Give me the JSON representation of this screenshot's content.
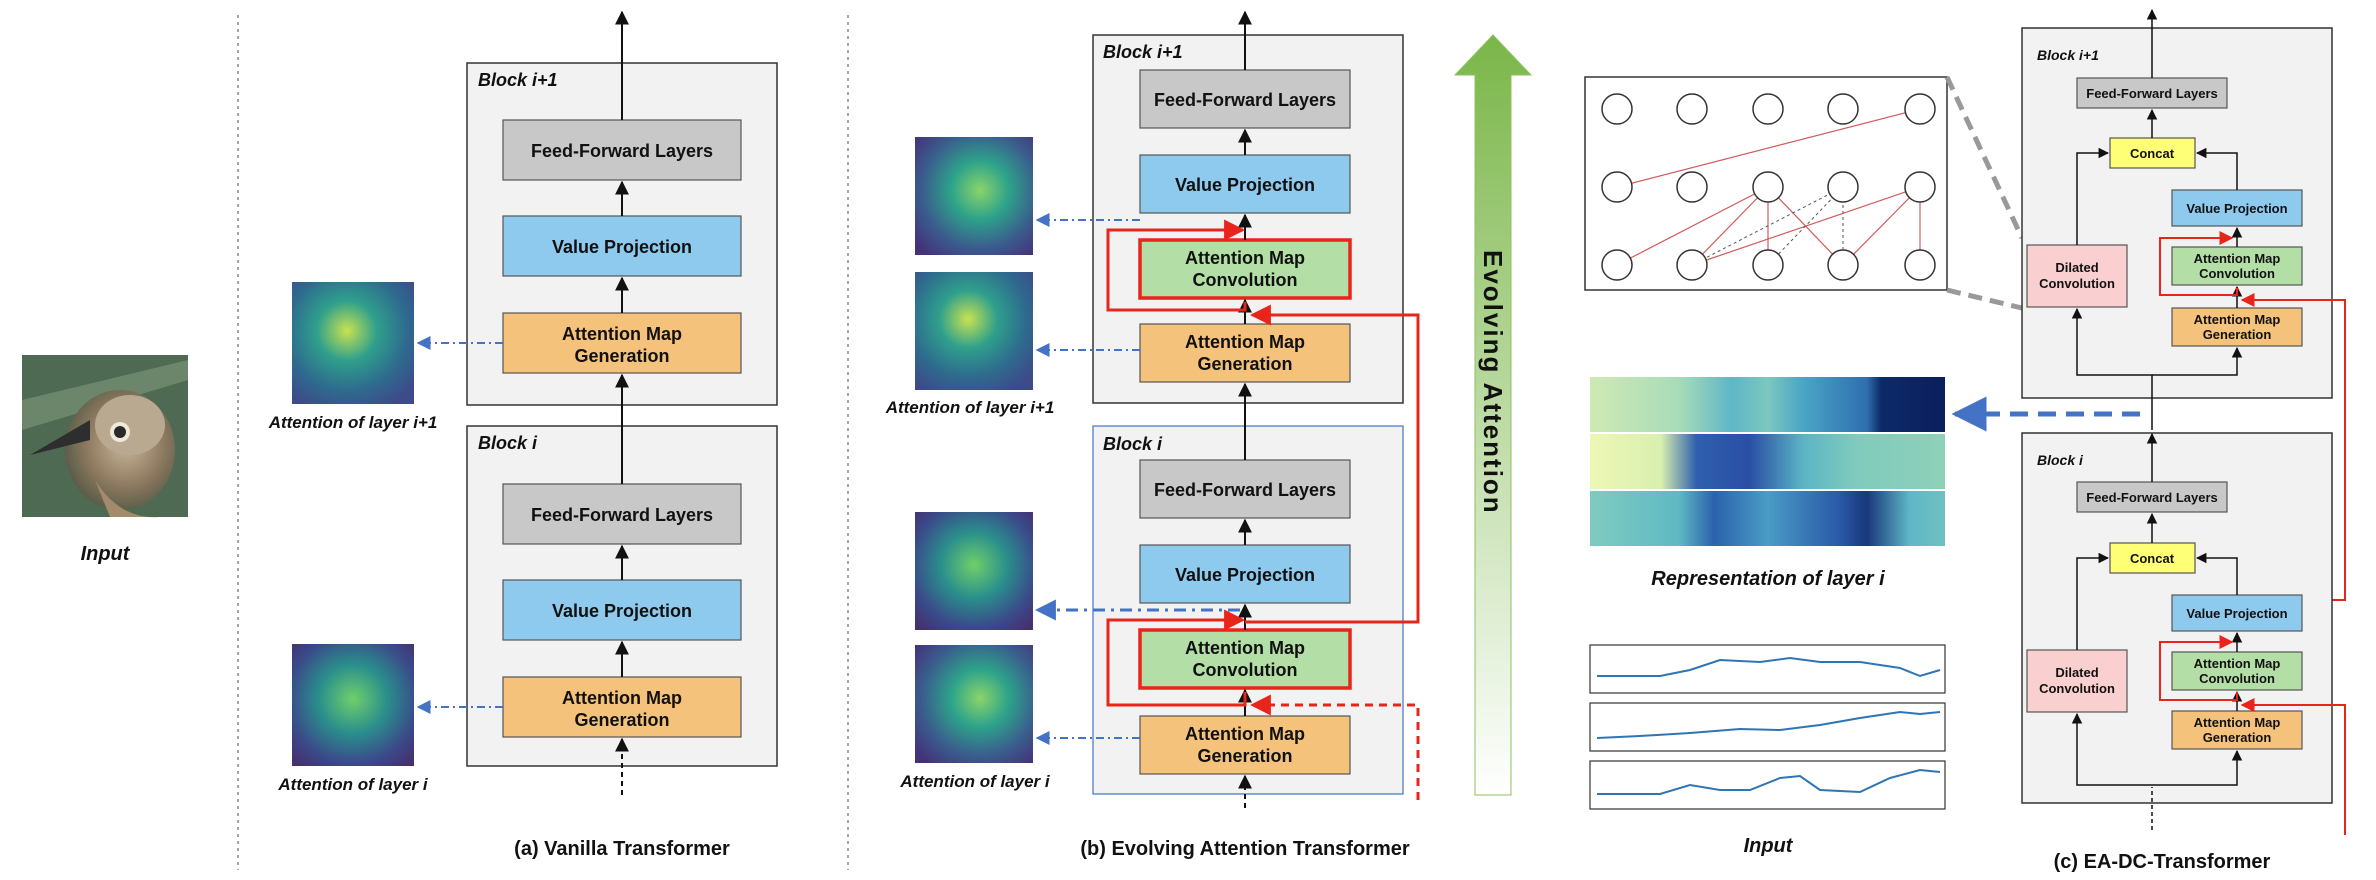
{
  "input_label": "Input",
  "panels": {
    "a": {
      "caption": "(a) Vanilla Transformer",
      "block_top": "Block i+1",
      "block_bottom": "Block i",
      "ffn": "Feed-Forward Layers",
      "value": "Value Projection",
      "attn_gen": "Attention Map Generation",
      "attn_label_top": "Attention of layer i+1",
      "attn_label_bottom": "Attention of layer i"
    },
    "b": {
      "caption": "(b) Evolving Attention Transformer",
      "block_top": "Block i+1",
      "block_bottom": "Block i",
      "ffn": "Feed-Forward Layers",
      "value": "Value Projection",
      "conv": "Attention Map Convolution",
      "attn_gen": "Attention Map Generation",
      "attn_label_top": "Attention of layer i+1",
      "attn_label_bottom": "Attention of layer i"
    },
    "evolving": "Evolving Attention",
    "c": {
      "caption": "(c) EA-DC-Transformer",
      "block_top": "Block i+1",
      "block_bottom": "Block i",
      "ffn": "Feed-Forward Layers",
      "concat": "Concat",
      "value": "Value Projection",
      "conv": "Attention Map Convolution",
      "attn_gen": "Attention Map Generation",
      "dilated": "Dilated Convolution",
      "repr_label": "Representation of layer i",
      "input_label": "Input"
    }
  },
  "colors": {
    "ffn": "#c8c8c8",
    "value": "#8ec9ee",
    "attn_gen": "#f4c27a",
    "conv": "#b3dfa6",
    "concat": "#fffe77",
    "dilated": "#f9cfcf",
    "block_bg": "#f2f2f2",
    "red": "#e8241b",
    "blue_dash": "#4472c4",
    "arrow_green": "#8cc15f"
  }
}
